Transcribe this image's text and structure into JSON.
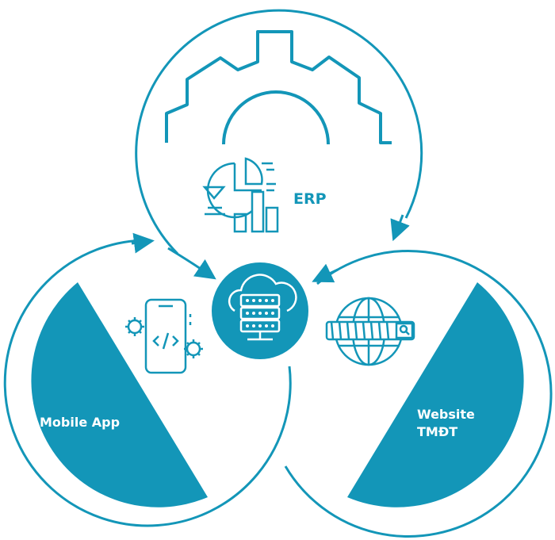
{
  "nodes": {
    "erp": {
      "label": "ERP"
    },
    "mobile": {
      "label": "Mobile App"
    },
    "website": {
      "line1": "Website",
      "line2": "TMĐT"
    }
  },
  "colors": {
    "primary": "#1396b8",
    "background": "#ffffff"
  },
  "icons": [
    "gear-icon",
    "analytics-chart-icon",
    "cloud-server-icon",
    "mobile-code-icon",
    "globe-search-icon"
  ]
}
